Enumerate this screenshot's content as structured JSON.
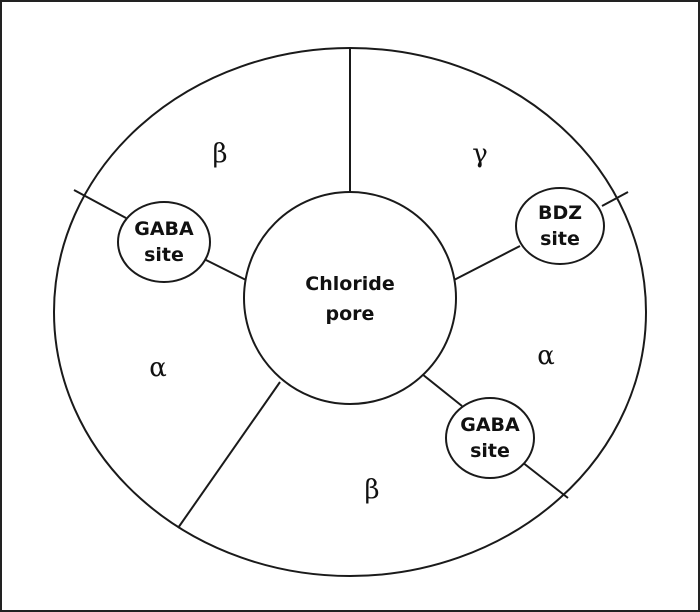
{
  "subunits": {
    "top_left": "β",
    "top_right": "γ",
    "left": "α",
    "right": "α",
    "bottom": "β"
  },
  "pore": {
    "line1": "Chloride",
    "line2": "pore"
  },
  "sites": {
    "gaba_left": {
      "line1": "GABA",
      "line2": "site"
    },
    "bdz": {
      "line1": "BDZ",
      "line2": "site"
    },
    "gaba_right": {
      "line1": "GABA",
      "line2": "site"
    }
  }
}
